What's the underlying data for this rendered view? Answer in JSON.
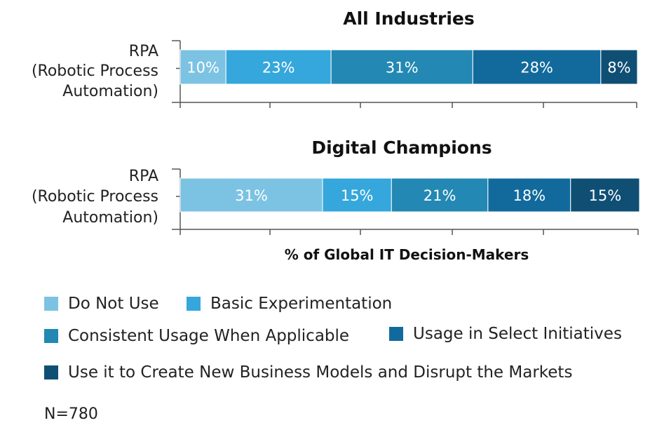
{
  "chart_data": {
    "type": "bar",
    "orientation": "horizontal",
    "stacked": true,
    "unit": "%",
    "xlabel": "% of Global IT Decision-Makers",
    "panels": [
      {
        "title": "All Industries",
        "category_label": [
          "RPA",
          "(Robotic Process",
          "Automation)"
        ],
        "values": [
          10,
          23,
          31,
          28,
          8
        ],
        "labels": [
          "10%",
          "23%",
          "31%",
          "28%",
          "8%"
        ]
      },
      {
        "title": "Digital Champions",
        "category_label": [
          "RPA",
          "(Robotic Process",
          "Automation)"
        ],
        "values": [
          31,
          15,
          21,
          18,
          15
        ],
        "labels": [
          "31%",
          "15%",
          "21%",
          "18%",
          "15%"
        ]
      }
    ],
    "series": [
      {
        "name": "Do Not Use",
        "color": "#7cc3e3"
      },
      {
        "name": "Basic Experimentation",
        "color": "#35a7dc"
      },
      {
        "name": "Consistent Usage When Applicable",
        "color": "#2388b3"
      },
      {
        "name": "Usage in Select Initiatives",
        "color": "#126a9c"
      },
      {
        "name": "Use it to Create New Business Models and Disrupt the Markets",
        "color": "#0f4f74"
      }
    ],
    "legend_position": "bottom"
  },
  "footnote": "N=780"
}
